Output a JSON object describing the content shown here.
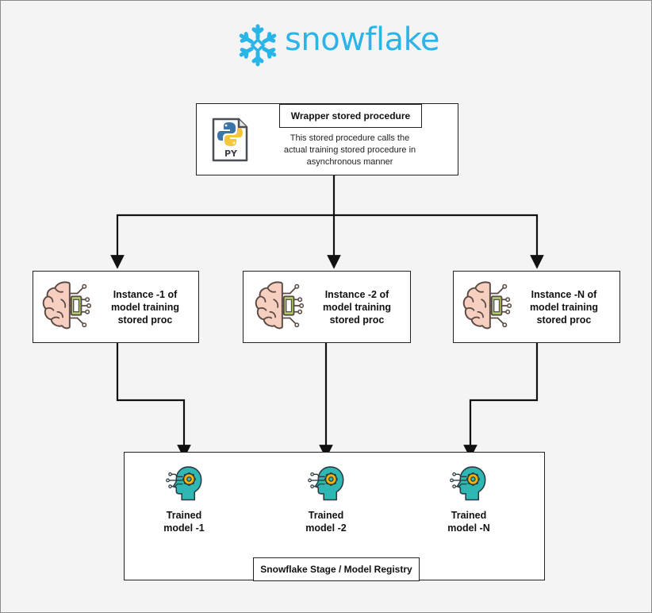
{
  "logo": {
    "text": "snowflake",
    "color": "#29b5e8"
  },
  "wrapper": {
    "title": "Wrapper stored procedure",
    "description_lines": [
      "This stored procedure calls the",
      "actual training stored procedure in",
      "asynchronous manner"
    ],
    "file_icon_label": "PY"
  },
  "instances": [
    {
      "label": "Instance -1 of\nmodel  training\nstored proc"
    },
    {
      "label": "Instance -2 of\nmodel  training\nstored proc"
    },
    {
      "label": "Instance -N of\nmodel  training\nstored proc"
    }
  ],
  "models": [
    {
      "label": "Trained\nmodel -1"
    },
    {
      "label": "Trained\nmodel -2"
    },
    {
      "label": "Trained\nmodel -N"
    }
  ],
  "registry": {
    "label": "Snowflake Stage / Model Registry"
  },
  "colors": {
    "brain": "#f7cfc0",
    "brain_stroke": "#5a4a44",
    "chip": "#b7e06a",
    "model_head": "#2fb8b3",
    "gear": "#f5b400",
    "python_blue": "#3b75a8",
    "python_yellow": "#f5c63b"
  }
}
